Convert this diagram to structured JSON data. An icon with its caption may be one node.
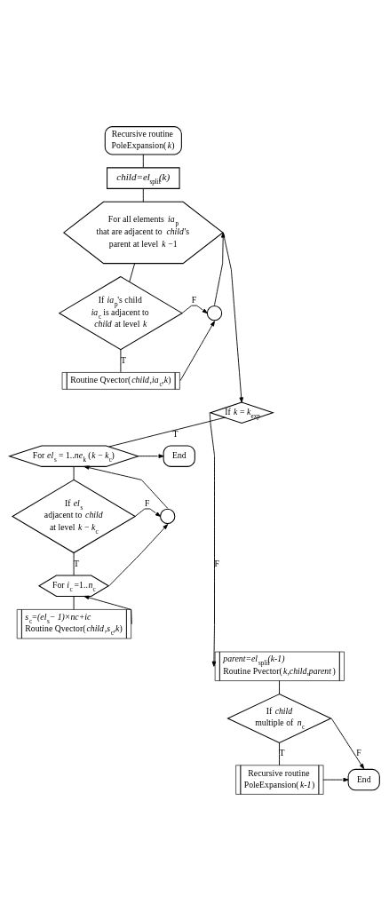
{
  "diagram": {
    "nodes": [
      {
        "text": [
          "Recursive routine PoleExpansion(*k*)"
        ]
      },
      {
        "text": [
          "*child=el*$_{split}$*(k)*"
        ]
      },
      {
        "text": [
          "For all elements *ia*$_{p}$ that are adjacent to *child*'s parent at level *k* −1"
        ]
      },
      {
        "text": [
          "If *ia*$_{p}$'s child *ia*$_{c}$ is adjacent to *child* at level *k*"
        ]
      },
      {
        "text": [],
        "shape": "circle"
      },
      {
        "text": [
          "Routine Qvector(*child*,*ia*$_{c}$,*k*)"
        ]
      },
      {
        "text": [
          "If *k* = *k*$_{exp}$"
        ]
      },
      {
        "text": [
          "For *el*$_{s}$ = 1..*ne*$_{k}$ (*k* − *k*$_{c}$)"
        ]
      },
      {
        "text": [
          "End"
        ]
      },
      {
        "text": [
          "If *el*$_{s}$ adjacent to *child* at level *k* − *k*$_{c}$"
        ]
      },
      {
        "text": [],
        "shape": "circle"
      },
      {
        "text": [
          "For *i*$_{c}$ =1..*n*$_{c}$"
        ]
      },
      {
        "text": [
          "*s*$_{c}$*=(el*$_{s}$*− 1)×nc+ic*",
          "Routine Qvector(*child*,*s*$_{c}$,*k*)"
        ]
      },
      {
        "text": [
          "*parent=el*$_{split}$*(k-1)*",
          "Routine Pvector(*k,child,parent*)"
        ]
      },
      {
        "text": [
          "If *child* multiple of *n*$_{c}$"
        ]
      },
      {
        "text": [
          "Recursive routine PoleExpansion(*k-1*)"
        ]
      },
      {
        "text": [
          "End"
        ]
      }
    ],
    "edges": [
      {
        "from": 0,
        "to": 1,
        "arrow": "none"
      },
      {
        "from": 1,
        "to": 2,
        "arrow": "none"
      },
      {
        "from": 2,
        "to": 3,
        "arrow": "none"
      },
      {
        "from": 3,
        "to": 4,
        "arrow": "to",
        "label": "F"
      },
      {
        "from": 4,
        "to": 2,
        "arrow": "to"
      },
      {
        "from": 3,
        "to": 5,
        "arrow": "none",
        "label": "T"
      },
      {
        "from": 5,
        "to": 4,
        "arrow": "to"
      },
      {
        "from": 2,
        "to": 6,
        "arrow": "to"
      },
      {
        "from": 6,
        "to": 13,
        "arrow": "to",
        "label": "F"
      },
      {
        "from": 6,
        "to": 7,
        "arrow": "none",
        "label": "T"
      },
      {
        "from": 7,
        "to": 8,
        "arrow": "to"
      },
      {
        "from": 7,
        "to": 9,
        "arrow": "none"
      },
      {
        "from": 9,
        "to": 10,
        "arrow": "to",
        "label": "F"
      },
      {
        "from": 10,
        "to": 7,
        "arrow": "to"
      },
      {
        "from": 9,
        "to": 11,
        "arrow": "none",
        "label": "T"
      },
      {
        "from": 11,
        "to": 10,
        "arrow": "to"
      },
      {
        "from": 11,
        "to": 12,
        "arrow": "none"
      },
      {
        "from": 12,
        "to": 11,
        "arrow": "to"
      },
      {
        "from": 13,
        "to": 14,
        "arrow": "none"
      },
      {
        "from": 14,
        "to": 16,
        "arrow": "to",
        "label": "F"
      },
      {
        "from": 14,
        "to": 15,
        "arrow": "none",
        "label": "T"
      },
      {
        "from": 15,
        "to": 16,
        "arrow": "to"
      }
    ]
  }
}
